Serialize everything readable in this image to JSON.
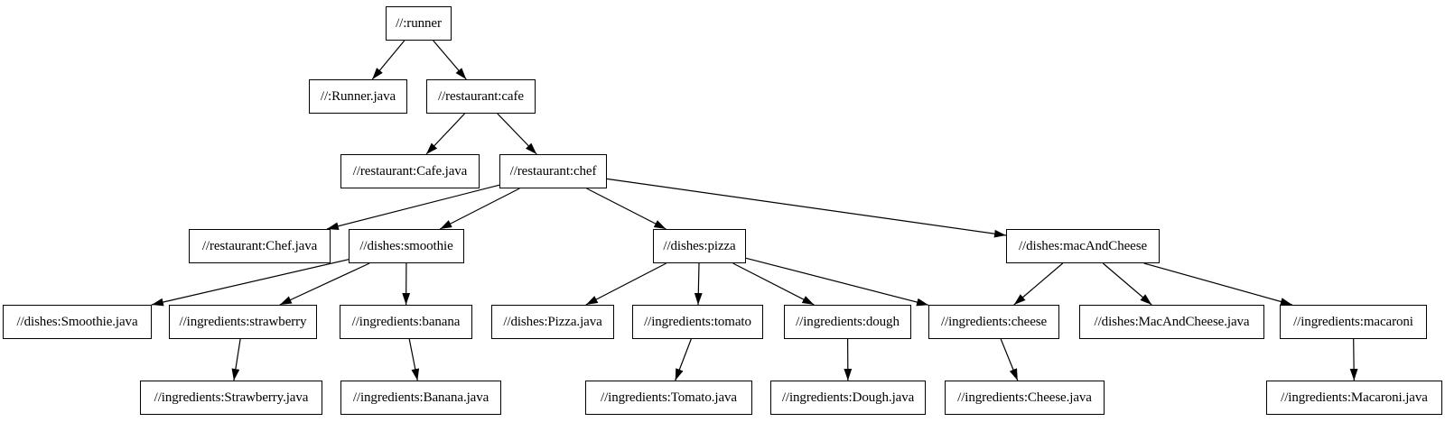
{
  "diagram": {
    "type": "dependency-graph",
    "colors": {
      "background": "#ffffff",
      "node_fill": "#ffffff",
      "node_border": "#000000",
      "node_text": "#000000",
      "edge": "#000000"
    },
    "nodes": [
      {
        "id": "runner",
        "label": "//:runner"
      },
      {
        "id": "runner-java",
        "label": "//:Runner.java"
      },
      {
        "id": "cafe",
        "label": "//restaurant:cafe"
      },
      {
        "id": "cafe-java",
        "label": "//restaurant:Cafe.java"
      },
      {
        "id": "chef",
        "label": "//restaurant:chef"
      },
      {
        "id": "chef-java",
        "label": "//restaurant:Chef.java"
      },
      {
        "id": "smoothie",
        "label": "//dishes:smoothie"
      },
      {
        "id": "smoothie-java",
        "label": "//dishes:Smoothie.java"
      },
      {
        "id": "strawberry",
        "label": "//ingredients:strawberry"
      },
      {
        "id": "strawberry-java",
        "label": "//ingredients:Strawberry.java"
      },
      {
        "id": "banana",
        "label": "//ingredients:banana"
      },
      {
        "id": "banana-java",
        "label": "//ingredients:Banana.java"
      },
      {
        "id": "pizza",
        "label": "//dishes:pizza"
      },
      {
        "id": "pizza-java",
        "label": "//dishes:Pizza.java"
      },
      {
        "id": "tomato",
        "label": "//ingredients:tomato"
      },
      {
        "id": "tomato-java",
        "label": "//ingredients:Tomato.java"
      },
      {
        "id": "dough",
        "label": "//ingredients:dough"
      },
      {
        "id": "dough-java",
        "label": "//ingredients:Dough.java"
      },
      {
        "id": "cheese",
        "label": "//ingredients:cheese"
      },
      {
        "id": "cheese-java",
        "label": "//ingredients:Cheese.java"
      },
      {
        "id": "mac-and-cheese",
        "label": "//dishes:macAndCheese"
      },
      {
        "id": "mac-and-cheese-java",
        "label": "//dishes:MacAndCheese.java"
      },
      {
        "id": "macaroni",
        "label": "//ingredients:macaroni"
      },
      {
        "id": "macaroni-java",
        "label": "//ingredients:Macaroni.java"
      }
    ],
    "edges": [
      {
        "from": "runner",
        "to": "runner-java"
      },
      {
        "from": "runner",
        "to": "cafe"
      },
      {
        "from": "cafe",
        "to": "cafe-java"
      },
      {
        "from": "cafe",
        "to": "chef"
      },
      {
        "from": "chef",
        "to": "chef-java"
      },
      {
        "from": "chef",
        "to": "smoothie"
      },
      {
        "from": "chef",
        "to": "pizza"
      },
      {
        "from": "chef",
        "to": "mac-and-cheese"
      },
      {
        "from": "smoothie",
        "to": "smoothie-java"
      },
      {
        "from": "smoothie",
        "to": "strawberry"
      },
      {
        "from": "smoothie",
        "to": "banana"
      },
      {
        "from": "strawberry",
        "to": "strawberry-java"
      },
      {
        "from": "banana",
        "to": "banana-java"
      },
      {
        "from": "pizza",
        "to": "pizza-java"
      },
      {
        "from": "pizza",
        "to": "tomato"
      },
      {
        "from": "pizza",
        "to": "dough"
      },
      {
        "from": "pizza",
        "to": "cheese"
      },
      {
        "from": "tomato",
        "to": "tomato-java"
      },
      {
        "from": "dough",
        "to": "dough-java"
      },
      {
        "from": "cheese",
        "to": "cheese-java"
      },
      {
        "from": "mac-and-cheese",
        "to": "cheese"
      },
      {
        "from": "mac-and-cheese",
        "to": "mac-and-cheese-java"
      },
      {
        "from": "mac-and-cheese",
        "to": "macaroni"
      },
      {
        "from": "macaroni",
        "to": "macaroni-java"
      }
    ]
  }
}
